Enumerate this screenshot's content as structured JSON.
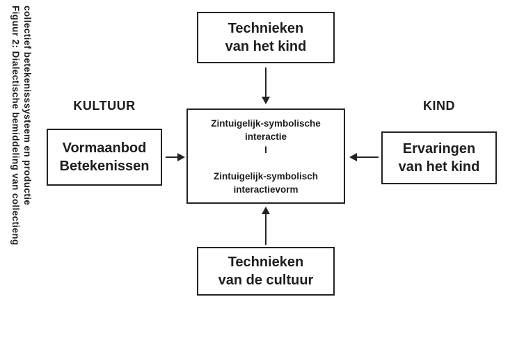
{
  "caption": {
    "line1": "Figuur 2: Dialectische bemiddeling van collectieng",
    "line2": "collectief betekenisssysteem en productie"
  },
  "labels": {
    "kultuur": "KULTUUR",
    "kind": "KIND"
  },
  "boxes": {
    "top": "Technieken\nvan het kind",
    "left": "Vormaanbod\nBetekenissen",
    "center": "Zintuigelijk-symbolische\ninteractie\nI\n\nZintuigelijk-symbolisch\ninteractievorm",
    "right": "Ervaringen\nvan het kind",
    "bottom": "Technieken\nvan de cultuur"
  },
  "colors": {
    "ink": "#1d1d1d",
    "border": "#232323",
    "background": "#ffffff"
  }
}
